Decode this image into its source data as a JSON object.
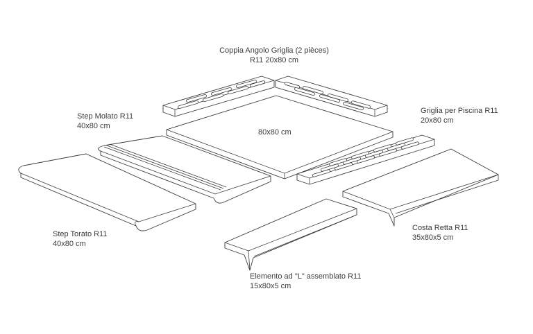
{
  "labels": {
    "coppia": {
      "name": "Coppia Angolo Griglia (2 pièces)",
      "size": "R11 20x80 cm"
    },
    "griglia": {
      "name": "Griglia per Piscina R11",
      "size": "20x80  cm"
    },
    "step_molato": {
      "name": "Step Molato R11",
      "size": "40x80 cm"
    },
    "center_tile": {
      "size": "80x80 cm"
    },
    "step_torato": {
      "name": "Step Torato R11",
      "size": "40x80 cm"
    },
    "costa_retta": {
      "name": "Costa Retta R11",
      "size": "35x80x5 cm"
    },
    "elemento_l": {
      "name": "Elemento ad \"L\" assemblato R11",
      "size": "15x80x5 cm"
    }
  },
  "colors": {
    "line": "#3a3a3a",
    "fill": "#ffffff"
  }
}
